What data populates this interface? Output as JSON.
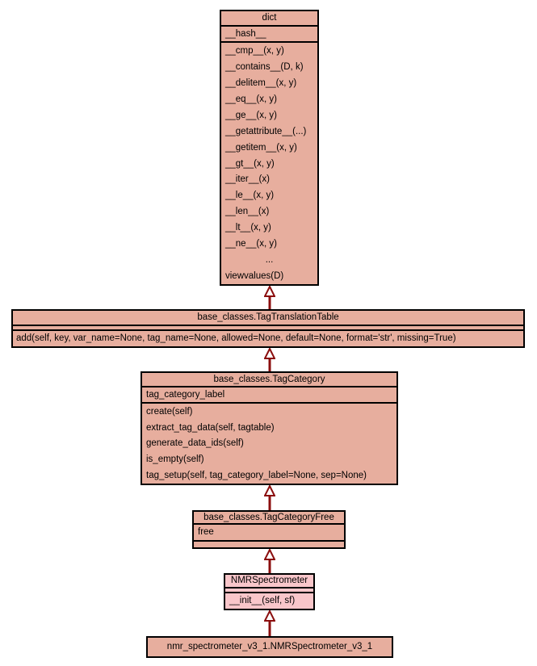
{
  "diagram": {
    "type": "uml-class-inheritance",
    "colors": {
      "background": "#ffffff",
      "box_fill": "#e7ae9e",
      "box_fill_highlight": "#f9c6ca",
      "box_border": "#000000",
      "arrow": "#8b0e0e",
      "text": "#000000"
    },
    "classes": [
      {
        "name": "dict",
        "attributes": [
          "__hash__"
        ],
        "methods": [
          "__cmp__(x, y)",
          "__contains__(D, k)",
          "__delitem__(x, y)",
          "__eq__(x, y)",
          "__ge__(x, y)",
          "__getattribute__(...)",
          "__getitem__(x, y)",
          "__gt__(x, y)",
          "__iter__(x)",
          "__le__(x, y)",
          "__len__(x)",
          "__lt__(x, y)",
          "__ne__(x, y)",
          "...",
          "viewvalues(D)"
        ]
      },
      {
        "name": "base_classes.TagTranslationTable",
        "attributes": [],
        "methods": [
          "add(self, key, var_name=None, tag_name=None, allowed=None, default=None, format='str', missing=True)"
        ]
      },
      {
        "name": "base_classes.TagCategory",
        "attributes": [
          "tag_category_label"
        ],
        "methods": [
          "create(self)",
          "extract_tag_data(self, tagtable)",
          "generate_data_ids(self)",
          "is_empty(self)",
          "tag_setup(self, tag_category_label=None, sep=None)"
        ]
      },
      {
        "name": "base_classes.TagCategoryFree",
        "attributes": [
          "free"
        ],
        "methods": []
      },
      {
        "name": "NMRSpectrometer",
        "attributes": [],
        "methods": [
          "__init__(self, sf)"
        ]
      },
      {
        "name": "nmr_spectrometer_v3_1.NMRSpectrometer_v3_1",
        "attributes": [],
        "methods": []
      }
    ],
    "inheritance": [
      {
        "child": "base_classes.TagTranslationTable",
        "parent": "dict"
      },
      {
        "child": "base_classes.TagCategory",
        "parent": "base_classes.TagTranslationTable"
      },
      {
        "child": "base_classes.TagCategoryFree",
        "parent": "base_classes.TagCategory"
      },
      {
        "child": "NMRSpectrometer",
        "parent": "base_classes.TagCategoryFree"
      },
      {
        "child": "nmr_spectrometer_v3_1.NMRSpectrometer_v3_1",
        "parent": "NMRSpectrometer"
      }
    ]
  }
}
